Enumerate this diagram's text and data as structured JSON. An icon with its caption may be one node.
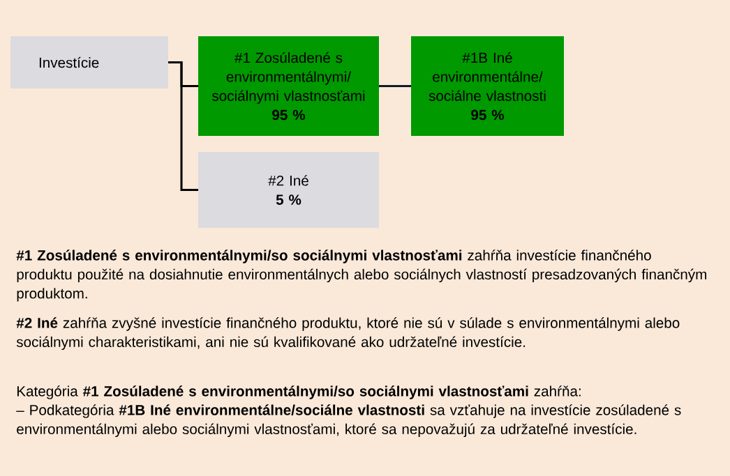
{
  "diagram": {
    "nodes": [
      {
        "text": [
          "Investície"
        ]
      },
      {
        "text": [
          "#1 Zosúladené s environmentálnymi/ sociálnymi vlastnosťami",
          "95 %"
        ]
      },
      {
        "text": [
          "#1B Iné environmentálne/ sociálne vlastnosti",
          "95 %"
        ]
      },
      {
        "text": [
          "#2 Iné",
          "5 %"
        ]
      }
    ],
    "edges": [
      {
        "from": 0,
        "to": 1,
        "arrow": "none"
      },
      {
        "from": 1,
        "to": 2,
        "arrow": "none",
        "color": "#0d1a2a"
      },
      {
        "from": 0,
        "to": 3,
        "arrow": "none"
      }
    ],
    "labels": [
      "**#1 Zosúladené s environmentálnymi/so sociálnymi vlastnosťami** zahŕňa investície finančného produktu použité na dosiahnutie environmentálnych alebo sociálnych vlastností presadzovaných finančným produktom.",
      "**#2 Iné** zahŕňa zvyšné investície finančného produktu, ktoré nie sú v súlade s environmentálnymi alebo sociálnymi charakteristikami, ani nie sú kvalifikované ako udržateľné investície.",
      "Kategória **#1 Zosúladené s environmentálnymi/so sociálnymi vlastnosťami** zahŕňa:",
      "– Podkategória **#1B Iné environmentálne/sociálne vlastnosti** sa vzťahuje na investície zosúladené s environmentálnymi alebo sociálnymi vlastnosťami, ktoré sa nepovažujú za udržateľné investície."
    ]
  }
}
